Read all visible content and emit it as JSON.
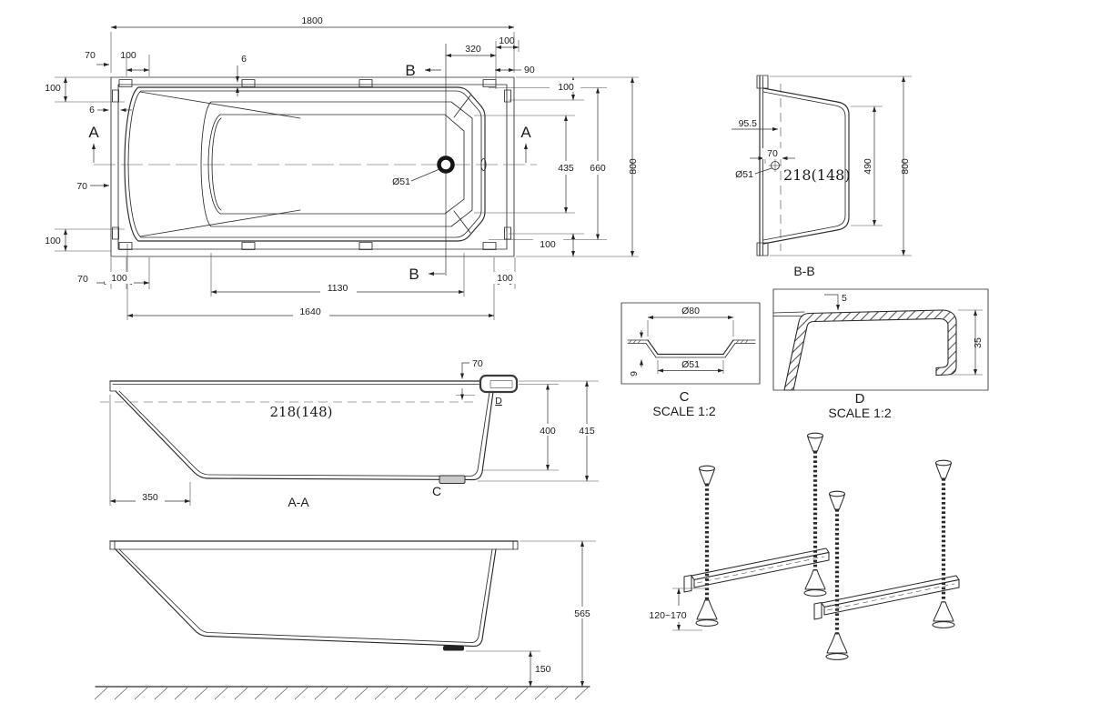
{
  "plan": {
    "label_a": "A",
    "label_b": "B",
    "d1800": "1800",
    "d70": "70",
    "d100": "100",
    "d6": "6",
    "d320": "320",
    "d90": "90",
    "d435": "435",
    "d660": "660",
    "d800": "800",
    "d1130": "1130",
    "d1640": "1640",
    "drain": "Ø51"
  },
  "section_bb": {
    "title": "B-B",
    "d95_5": "95.5",
    "d70": "70",
    "drain": "Ø51",
    "waterline": "218(148)",
    "d490": "490",
    "d800": "800"
  },
  "section_aa": {
    "title": "A-A",
    "d70": "70",
    "waterline": "218(148)",
    "d400": "400",
    "d415": "415",
    "d350": "350",
    "ref_c": "C",
    "ref_d": "D"
  },
  "detail_c": {
    "title": "C",
    "scale": "SCALE 1:2",
    "d80": "Ø80",
    "d51": "Ø51",
    "d9": "9"
  },
  "detail_d": {
    "title": "D",
    "scale": "SCALE 1:2",
    "d5": "5",
    "d35": "35"
  },
  "elevation": {
    "d565": "565",
    "d150": "150"
  },
  "frame": {
    "d_adjust": "120~170"
  }
}
